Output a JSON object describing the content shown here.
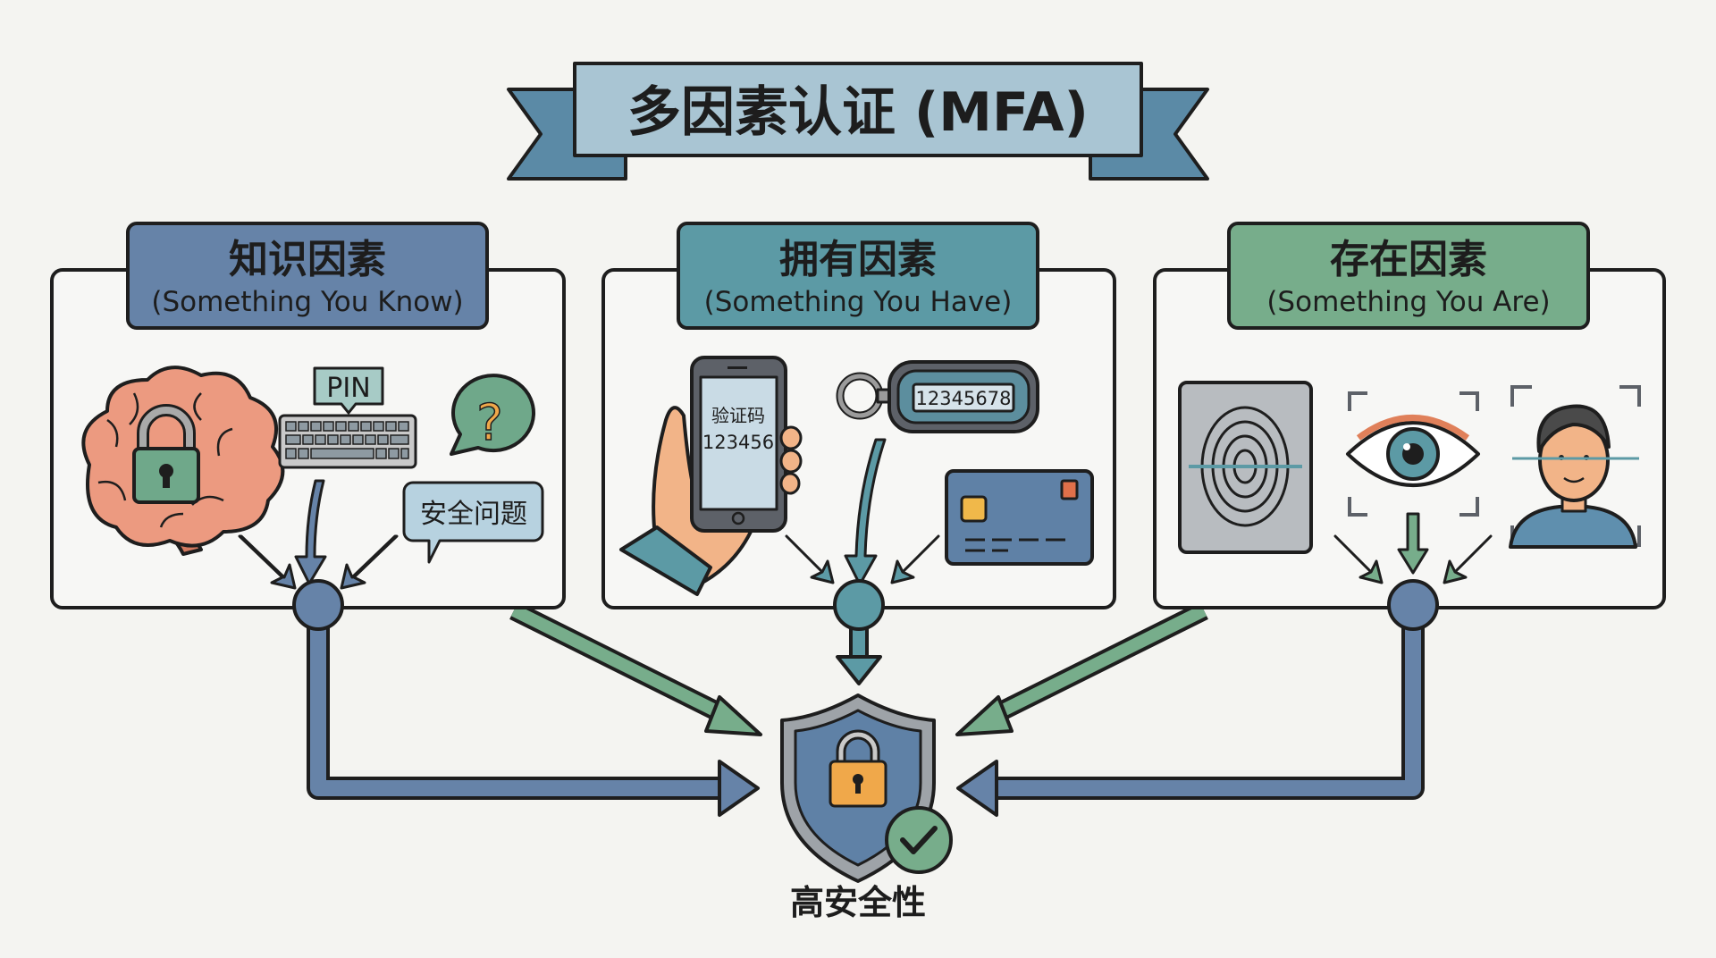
{
  "title": "多因素认证 (MFA)",
  "colors": {
    "background": "#f4f4f1",
    "banner": "#a9c5d3",
    "banner_tails": "#5b8aa6",
    "knowledge": "#6683a8",
    "possession": "#5c9aa5",
    "inherence": "#77ad8b",
    "lock": "#f0a84a"
  },
  "factors": [
    {
      "title": "知识因素",
      "subtitle": "(Something You Know)",
      "items": {
        "brain": "brain-with-lock-icon",
        "pin_label": "PIN",
        "keyboard": "keyboard-icon",
        "question": "?",
        "security_question": "安全问题"
      }
    },
    {
      "title": "拥有因素",
      "subtitle": "(Something You Have)",
      "items": {
        "phone_label": "验证码",
        "phone_code": "123456",
        "token_code": "12345678",
        "card": "smart-card-icon"
      }
    },
    {
      "title": "存在因素",
      "subtitle": "(Something You Are)",
      "items": {
        "fingerprint": "fingerprint-icon",
        "eye": "eye-scan-icon",
        "face": "face-scan-icon"
      }
    }
  ],
  "result": {
    "label": "高安全性",
    "icon": "shield-lock-check-icon"
  }
}
